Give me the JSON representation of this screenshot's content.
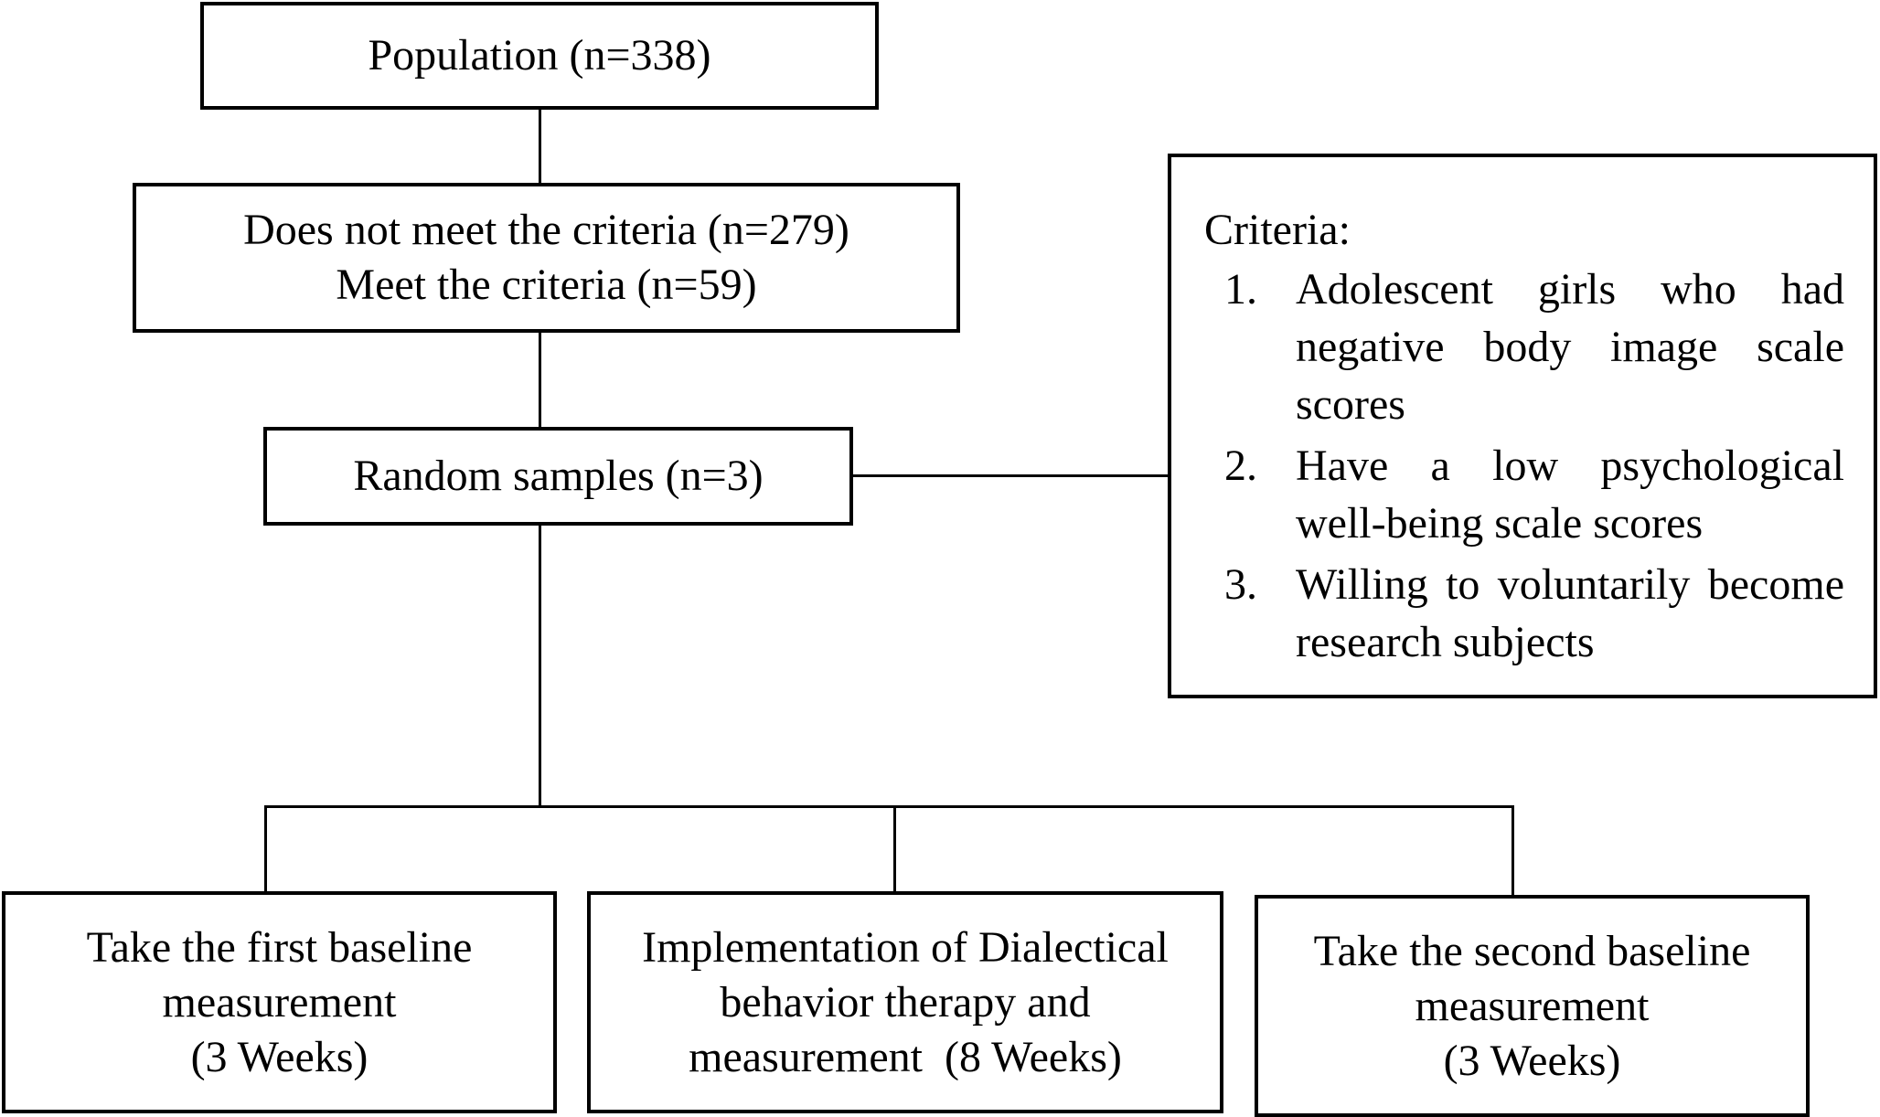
{
  "flowchart": {
    "population": {
      "text": "Population (n=338)"
    },
    "screening": {
      "line1": "Does not meet the criteria (n=279)",
      "line2": "Meet the criteria (n=59)"
    },
    "random_samples": {
      "text": "Random samples (n=3)"
    },
    "criteria": {
      "title": "Criteria:",
      "items": [
        {
          "number": "1.",
          "text": "Adolescent girls who had negative body image scale scores"
        },
        {
          "number": "2.",
          "text": "Have a low psychological well-being scale scores"
        },
        {
          "number": "3.",
          "text": "Willing to voluntarily become research subjects"
        }
      ]
    },
    "phases": [
      {
        "lines": [
          "Take the first baseline",
          "measurement",
          "(3 Weeks)"
        ]
      },
      {
        "lines": [
          "Implementation of Dialectical",
          "behavior therapy and",
          "measurement  (8 Weeks)"
        ]
      },
      {
        "lines": [
          "Take the second baseline",
          "measurement",
          "(3 Weeks)"
        ]
      }
    ]
  }
}
